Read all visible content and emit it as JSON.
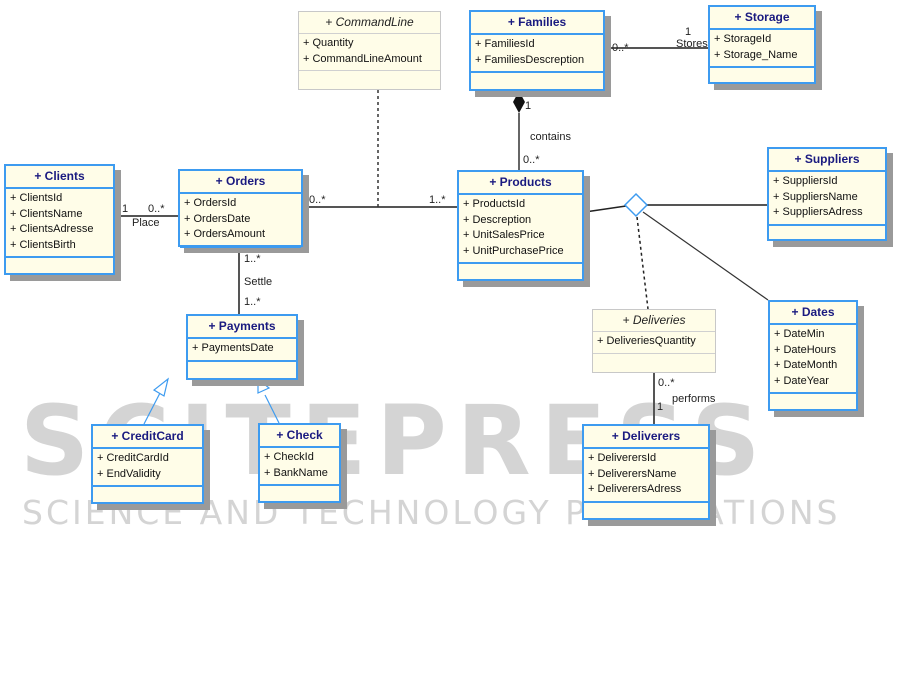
{
  "watermark": {
    "line1": "SCITEPRESS",
    "line2": "SCIENCE AND TECHNOLOGY PUBLICATIONS"
  },
  "classes": {
    "commandline": {
      "name": "+ CommandLine",
      "attributes": [
        "+ Quantity",
        "+ CommandLineAmount"
      ],
      "association_class": true
    },
    "families": {
      "name": "+ Families",
      "attributes": [
        "+ FamiliesId",
        "+ FamiliesDescreption"
      ]
    },
    "storage": {
      "name": "+ Storage",
      "attributes": [
        "+ StorageId",
        "+ Storage_Name"
      ]
    },
    "clients": {
      "name": "+ Clients",
      "attributes": [
        "+ ClientsId",
        "+ ClientsName",
        "+ ClientsAdresse",
        "+ ClientsBirth"
      ]
    },
    "orders": {
      "name": "+ Orders",
      "attributes": [
        "+ OrdersId",
        "+ OrdersDate",
        "+ OrdersAmount"
      ]
    },
    "products": {
      "name": "+ Products",
      "attributes": [
        "+ ProductsId",
        "+ Descreption",
        "+ UnitSalesPrice",
        "+ UnitPurchasePrice"
      ]
    },
    "suppliers": {
      "name": "+ Suppliers",
      "attributes": [
        "+ SuppliersId",
        "+ SuppliersName",
        "+ SuppliersAdress"
      ]
    },
    "payments": {
      "name": "+ Payments",
      "attributes": [
        "+ PaymentsDate"
      ]
    },
    "deliveries": {
      "name": "+ Deliveries",
      "attributes": [
        "+ DeliveriesQuantity"
      ],
      "association_class": true
    },
    "dates": {
      "name": "+ Dates",
      "attributes": [
        "+ DateMin",
        "+ DateHours",
        "+ DateMonth",
        "+ DateYear"
      ]
    },
    "creditcard": {
      "name": "+ CreditCard",
      "attributes": [
        "+ CreditCardId",
        "+ EndValidity"
      ]
    },
    "check": {
      "name": "+ Check",
      "attributes": [
        "+ CheckId",
        "+ BankName"
      ]
    },
    "deliverers": {
      "name": "+ Deliverers",
      "attributes": [
        "+ DeliverersId",
        "+ DeliverersName",
        "+ DeliverersAdress"
      ]
    }
  },
  "associations": {
    "place": {
      "name": "Place",
      "mult_a": "1",
      "mult_b": "0..*"
    },
    "order_products": {
      "mult_a": "0..*",
      "mult_b": "1..*"
    },
    "stores": {
      "name": "Stores",
      "mult_a": "0..*",
      "mult_b": "1"
    },
    "contains": {
      "name": "contains",
      "mult_a": "1",
      "mult_b": "0..*"
    },
    "settle": {
      "name": "Settle",
      "mult_a": "1..*",
      "mult_b": "1..*"
    },
    "performs": {
      "name": "performs",
      "mult_a": "0..*",
      "mult_b": "1"
    }
  }
}
